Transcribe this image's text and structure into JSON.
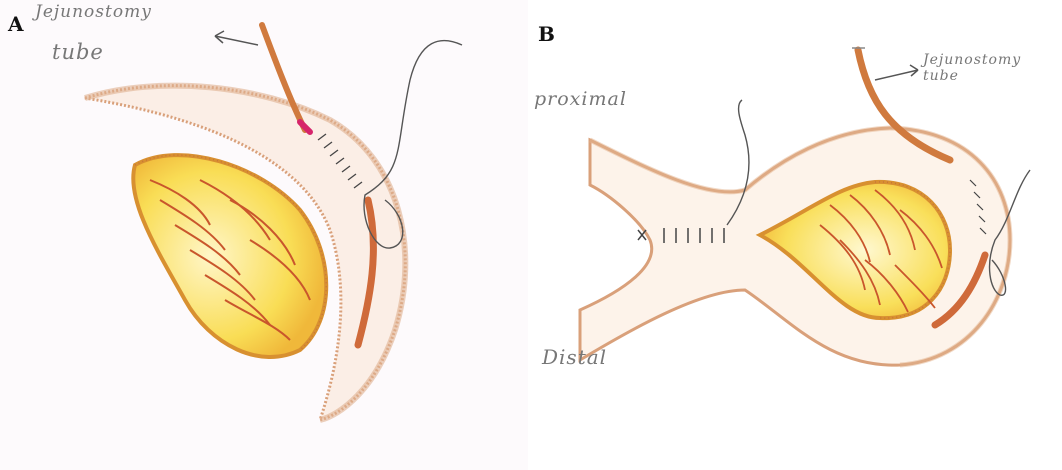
{
  "panel_a": {
    "letter": "A",
    "label_line1": "Jejunostomy",
    "label_line2": "tube"
  },
  "panel_b": {
    "letter": "B",
    "label_tube": "Jejunostomy tube",
    "label_proximal": "proximal",
    "label_distal": "Distal"
  },
  "colors": {
    "bowel_outline": "#d9a07a",
    "bowel_fill": "#fbeee4",
    "mucosa_yellow": "#f6d23a",
    "mucosa_red": "#c9562c",
    "tube": "#d07a3e",
    "suture": "#555555"
  }
}
